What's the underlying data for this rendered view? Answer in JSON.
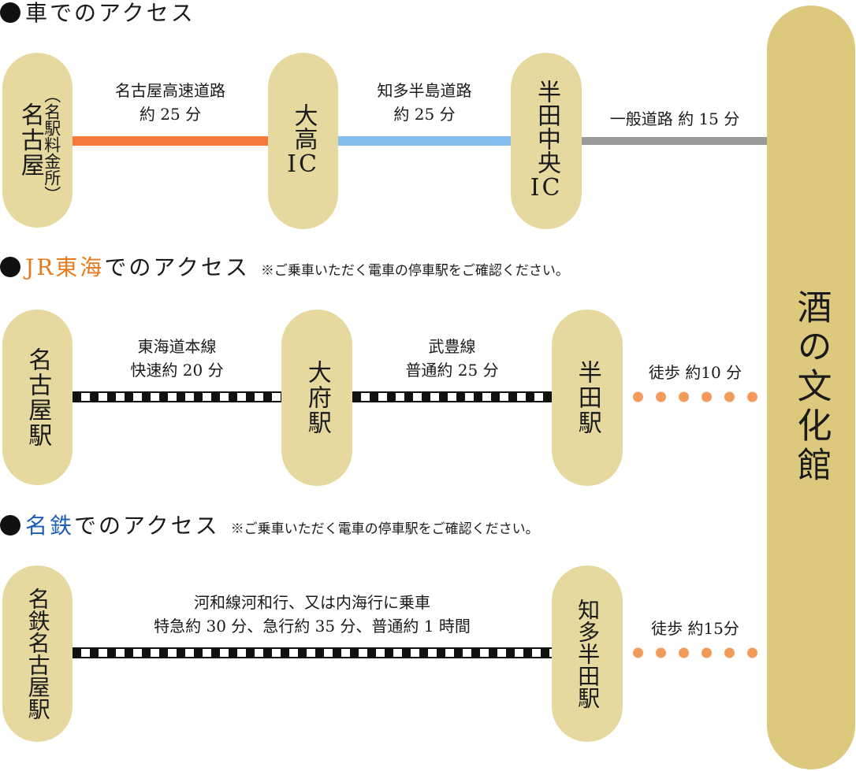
{
  "destination": "酒の文化館",
  "colors": {
    "pill": "#e6d99f",
    "destination_pill": "#dcc97d",
    "route_nagoya_expressway": "#f47a3c",
    "route_chita_peninsula_road": "#82bdf0",
    "route_general_road": "#999999",
    "walk_dots": "#f19a5a",
    "jr_central_accent": "#e87a1c",
    "meitetsu_accent": "#1d5fb8"
  },
  "car": {
    "heading_post": "車でのアクセス",
    "nodes": [
      "名古屋",
      "大高IC",
      "半田中央IC"
    ],
    "node0_sub": "（名駅料金所）",
    "ic_suffix": "IC",
    "segments": [
      {
        "line1": "名古屋高速道路",
        "line2": "約 25 分"
      },
      {
        "line1": "知多半島道路",
        "line2": "約 25 分"
      },
      {
        "line1": "一般道路 約 15 分"
      }
    ]
  },
  "jr": {
    "heading_accent": "JR東海",
    "heading_post": "でのアクセス",
    "note": "※ご乗車いただく電車の停車駅をご確認ください。",
    "nodes": [
      "名古屋駅",
      "大府駅",
      "半田駅"
    ],
    "segments": [
      {
        "line1": "東海道本線",
        "line2": "快速約 20 分"
      },
      {
        "line1": "武豊線",
        "line2": "普通約 25 分"
      },
      {
        "line1": "徒歩 約10 分"
      }
    ]
  },
  "meitetsu": {
    "heading_accent": "名鉄",
    "heading_post": "でのアクセス",
    "note": "※ご乗車いただく電車の停車駅をご確認ください。",
    "nodes": [
      "名鉄名古屋駅",
      "知多半田駅"
    ],
    "segments": [
      {
        "line1": "河和線河和行、又は内海行に乗車",
        "line2": "特急約 30 分、急行約 35 分、普通約 1 時間"
      },
      {
        "line1": "徒歩 約15分"
      }
    ]
  }
}
